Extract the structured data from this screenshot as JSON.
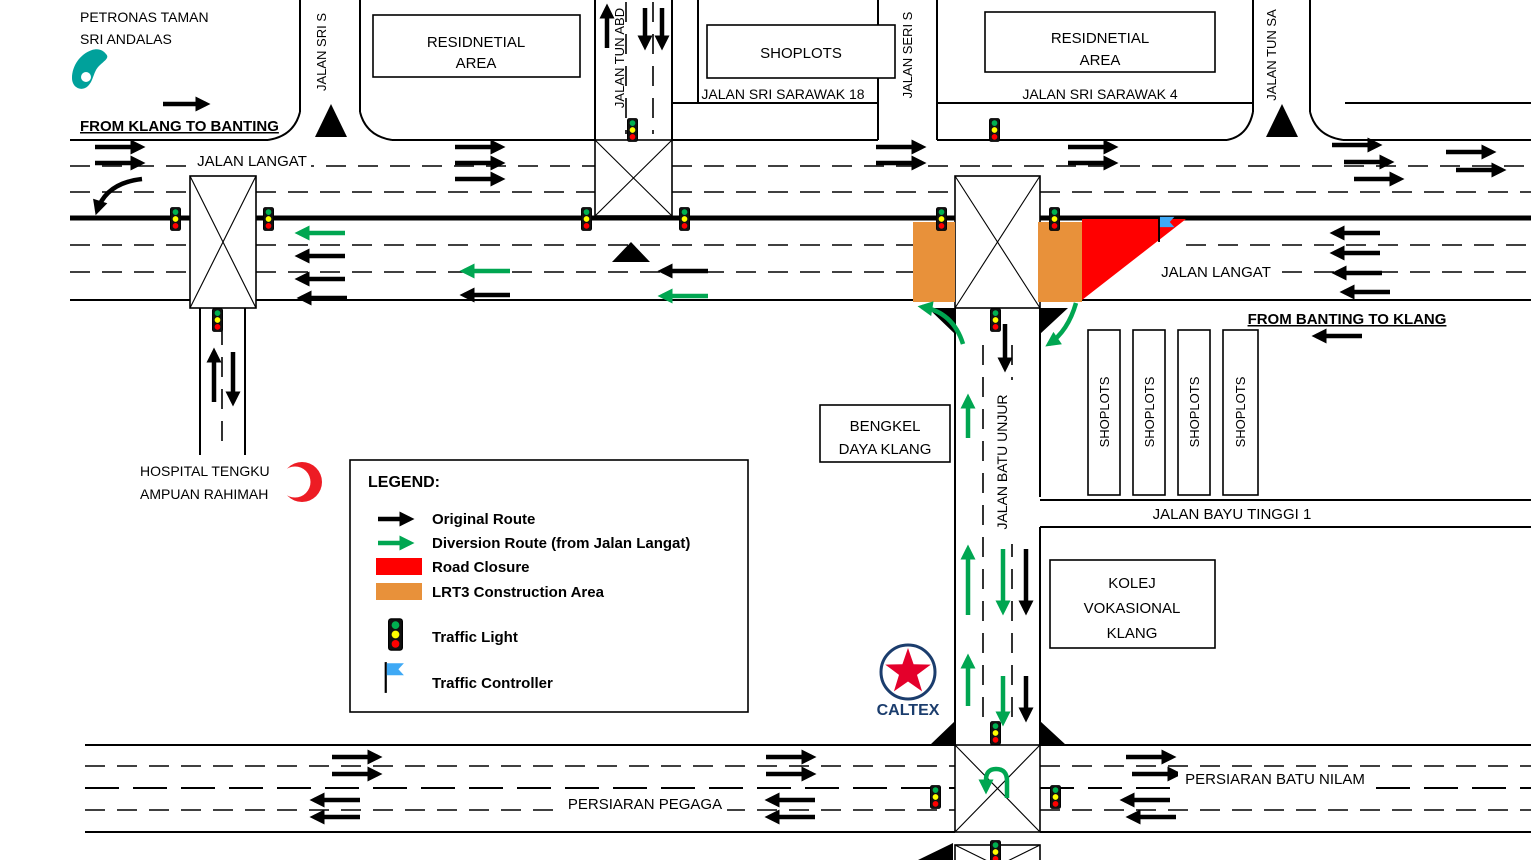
{
  "colors": {
    "original-route": "#000000",
    "diversion-route": "#00a651",
    "road-closure": "#ff0000",
    "construction-area": "#e8913a",
    "traffic-light-green": "#00b050",
    "traffic-light-yellow": "#ffff00",
    "traffic-light-red": "#ff0000",
    "controller-flag-blue": "#3fa9f5",
    "petronas-teal": "#00a19b",
    "crescent-red": "#ed1c24",
    "caltex-navy": "#1b3d6d",
    "caltex-red": "#e4002b"
  },
  "labels": {
    "petronas_area": [
      "PETRONAS TAMAN",
      "SRI ANDALAS"
    ],
    "from_klang_to_banting": "FROM KLANG TO BANTING",
    "from_banting_to_klang": "FROM BANTING TO KLANG",
    "hospital": [
      "HOSPITAL TENGKU",
      "AMPUAN RAHIMAH"
    ],
    "caltex": "CALTEX"
  },
  "roads": {
    "jalan_langat_west": "JALAN LANGAT",
    "jalan_langat_east": "JALAN LANGAT",
    "jalan_sri_sarawak_18": "JALAN SRI SARAWAK 18",
    "jalan_sri_sarawak_4": "JALAN SRI SARAWAK 4",
    "jalan_sri_s": "JALAN SRI S",
    "jalan_tun_abd": "JALAN TUN ABD",
    "jalan_seri_s": "JALAN SERI S",
    "jalan_tun_sa": "JALAN TUN SA",
    "jalan_batu_unjur": "JALAN BATU UNJUR",
    "jalan_bayu_tinggi_1": "JALAN BAYU TINGGI 1",
    "persiaran_pegaga": "PERSIARAN PEGAGA",
    "persiaran_batu_nilam": "PERSIARAN BATU NILAM"
  },
  "buildings": {
    "residential_west": [
      "RESIDNETIAL",
      "AREA"
    ],
    "residential_east": [
      "RESIDNETIAL",
      "AREA"
    ],
    "shoplots_top": "SHOPLOTS",
    "shoplots_columns": [
      "SHOPLOTS",
      "SHOPLOTS",
      "SHOPLOTS",
      "SHOPLOTS"
    ],
    "bengkel": [
      "BENGKEL",
      "DAYA KLANG"
    ],
    "kolej": [
      "KOLEJ",
      "VOKASIONAL",
      "KLANG"
    ]
  },
  "legend": {
    "title": "LEGEND:",
    "items": [
      {
        "icon": "arrow-black",
        "label": "Original Route"
      },
      {
        "icon": "arrow-green",
        "label": "Diversion Route (from Jalan Langat)"
      },
      {
        "icon": "swatch-red",
        "label": "Road Closure"
      },
      {
        "icon": "swatch-orange",
        "label": "LRT3 Construction Area"
      },
      {
        "icon": "traffic-light",
        "label": "Traffic Light"
      },
      {
        "icon": "flag",
        "label": "Traffic Controller"
      }
    ]
  }
}
